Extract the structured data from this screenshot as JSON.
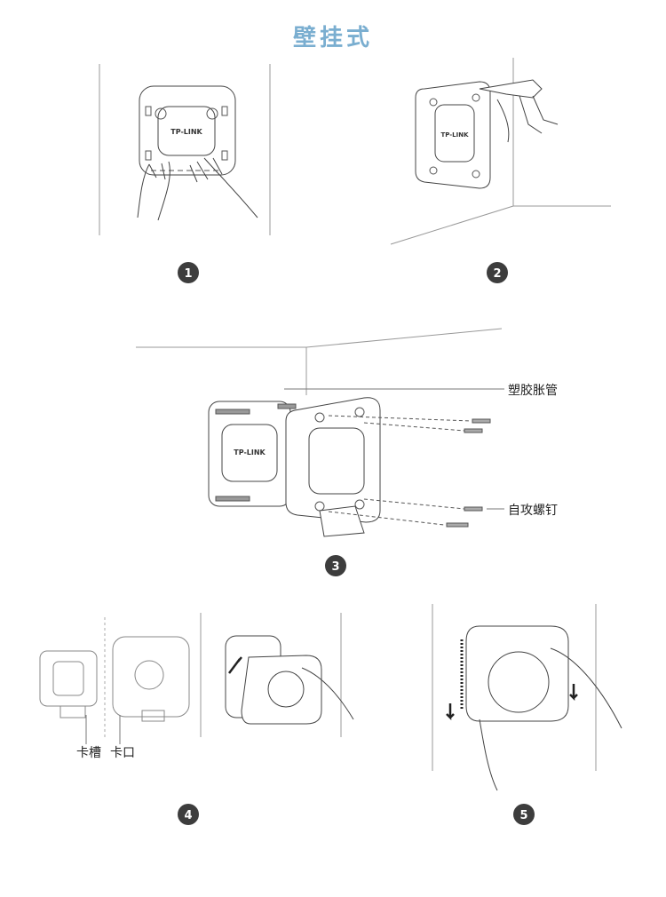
{
  "title": "壁挂式",
  "colors": {
    "title": "#7aaed0",
    "line": "#555555",
    "badge": "#3d3d3d"
  },
  "brand": "TP-LINK",
  "steps": [
    {
      "number": "1"
    },
    {
      "number": "2"
    },
    {
      "number": "3"
    },
    {
      "number": "4"
    },
    {
      "number": "5"
    }
  ],
  "callouts": {
    "anchor": "塑胶胀管",
    "screw": "自攻螺钉",
    "slot": "卡槽",
    "clip": "卡口"
  }
}
